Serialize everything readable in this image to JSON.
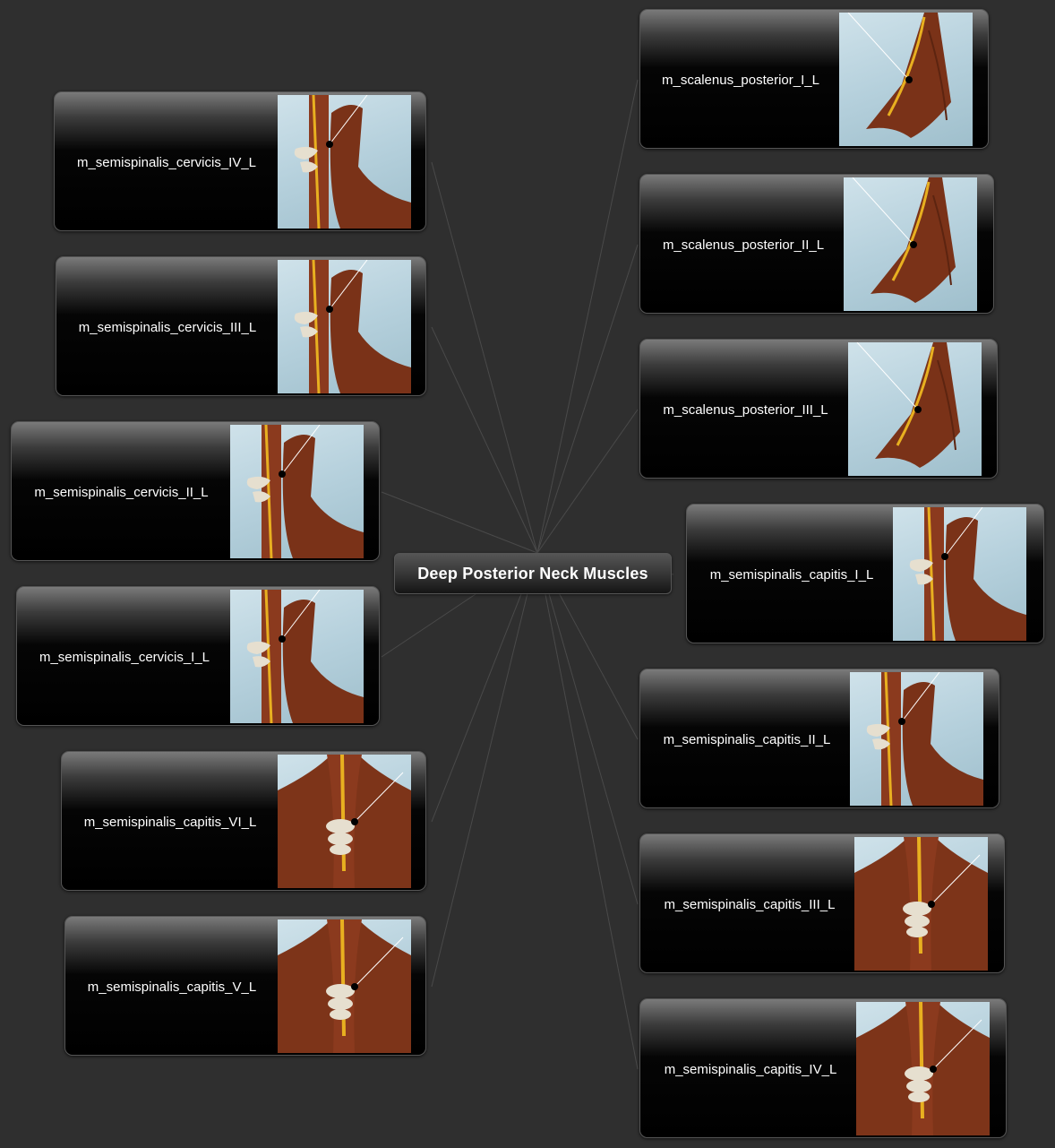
{
  "center": {
    "title": "Deep Posterior Neck Muscles"
  },
  "left_nodes": [
    {
      "label": "m_semispinalis_cervicis_IV_L",
      "image": "posterior-neck-muscle-render"
    },
    {
      "label": "m_semispinalis_cervicis_III_L",
      "image": "posterior-neck-muscle-render"
    },
    {
      "label": "m_semispinalis_cervicis_II_L",
      "image": "posterior-neck-muscle-render"
    },
    {
      "label": "m_semispinalis_cervicis_I_L",
      "image": "posterior-neck-muscle-render"
    },
    {
      "label": "m_semispinalis_capitis_VI_L",
      "image": "posterior-neck-muscle-render"
    },
    {
      "label": "m_semispinalis_capitis_V_L",
      "image": "posterior-neck-muscle-render"
    }
  ],
  "right_nodes": [
    {
      "label": "m_scalenus_posterior_I_L",
      "image": "scalenus-muscle-render"
    },
    {
      "label": "m_scalenus_posterior_II_L",
      "image": "scalenus-muscle-render"
    },
    {
      "label": "m_scalenus_posterior_III_L",
      "image": "scalenus-muscle-render"
    },
    {
      "label": "m_semispinalis_capitis_I_L",
      "image": "posterior-neck-muscle-render"
    },
    {
      "label": "m_semispinalis_capitis_II_L",
      "image": "posterior-neck-muscle-render"
    },
    {
      "label": "m_semispinalis_capitis_III_L",
      "image": "posterior-neck-muscle-render"
    },
    {
      "label": "m_semispinalis_capitis_IV_L",
      "image": "posterior-neck-muscle-render"
    }
  ],
  "colors": {
    "background": "#2f2f2f",
    "connector": "#4a4a4a",
    "muscle": "#8b3a1e",
    "nerve": "#e8b020",
    "bone": "#e6dfcf",
    "thumb_bg": "#b5d0dc"
  }
}
